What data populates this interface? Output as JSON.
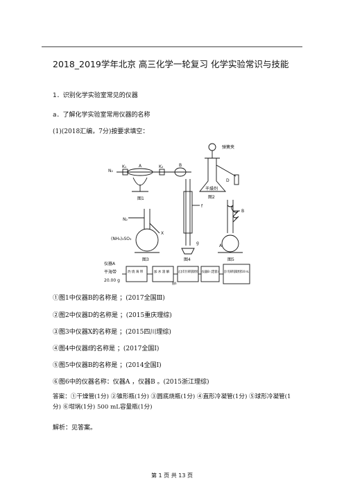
{
  "header": {
    "title": "2018_2019学年北京   高三化学一轮复习   化学实验常识与技能"
  },
  "section": {
    "heading": "1．识别化学实验室常见的仪器",
    "sub": "a．了解化学实验室常用仪器的名称",
    "question": "(1)(2018汇编，7分)按要求填空："
  },
  "figure": {
    "labels": {
      "n2_1": "N₂",
      "k1": "K₁",
      "a": "A",
      "k2": "K₂",
      "b1": "B",
      "fig1": "图1",
      "stopcock": "弹簧夹",
      "d": "D",
      "desiccant": "干燥剂",
      "fig2": "图2",
      "n2_2": "N₂",
      "x": "X",
      "nh4so3": "(NH₄)₂SO₃",
      "fig3": "图3",
      "f": "f",
      "g": "g",
      "fig4": "图4",
      "b5": "B",
      "a5": "A",
      "fig5": "图5",
      "inst_a": "仪器A",
      "seaweed": "干海带",
      "mass": "20.00 g",
      "box1": "灼 烧 海 带",
      "box2": "加 水 溶 解",
      "box3": "过 滤 得 到 海带浸取原液",
      "box_b": "仪器B (定容)",
      "box5": "含I⁻的海带浸取原液500 mL",
      "fig6": "图6"
    }
  },
  "questions": [
    "①图1中仪器B的名称是                 ；(2017全国Ⅲ)",
    "②图2中仪器D的名称是                 ；(2015重庆理综)",
    "③图3中仪器X的名称是                 ；(2015四川理综)",
    "④图4中仪器f的名称是                 ；(2017全国Ⅰ)",
    "⑤图5中仪器B的名称是                 ；(2014全国Ⅰ)",
    "⑥图6中的仪器名称：仪器A               ，仪器B               。(2015浙江理综)"
  ],
  "answer": {
    "text": "答案：①干燥管(1分)  ②锥形瓶(1分)  ③圆底烧瓶(1分)  ④直形冷凝管(1分)  ⑤球形冷凝管(1分)  ⑥坩埚(1分)   500 mL容量瓶(1分)"
  },
  "analysis": "解析：见答案。",
  "footer": "第 1 页 共 13 页"
}
